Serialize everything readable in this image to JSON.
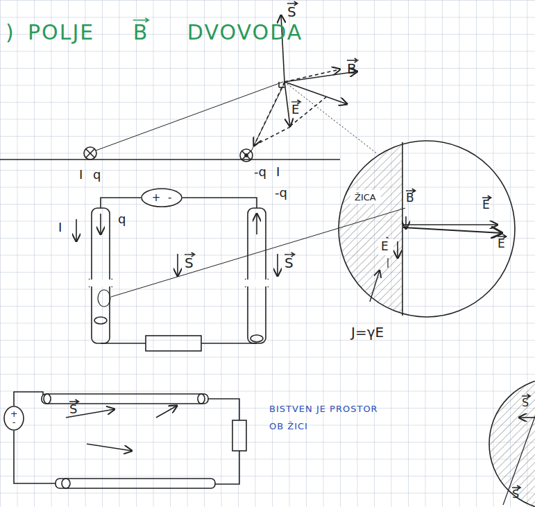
{
  "diagram": {
    "title": "POLJE B DVOVODA",
    "nodes": [
      {
        "text": [
          "+ -"
        ]
      },
      {
        "text": [
          "+ -"
        ]
      },
      {
        "text": [
          "ŽICA",
          "B",
          "E",
          "E",
          "E"
        ]
      }
    ],
    "labels": [
      ")",
      "B",
      "S",
      "E",
      "I",
      "q",
      "I",
      "q",
      "-q",
      "I",
      "-q",
      "S",
      "S",
      "J=γE",
      "S",
      "BISTVEN JE PROSTOR OB ŽICI",
      "S",
      "S"
    ]
  }
}
